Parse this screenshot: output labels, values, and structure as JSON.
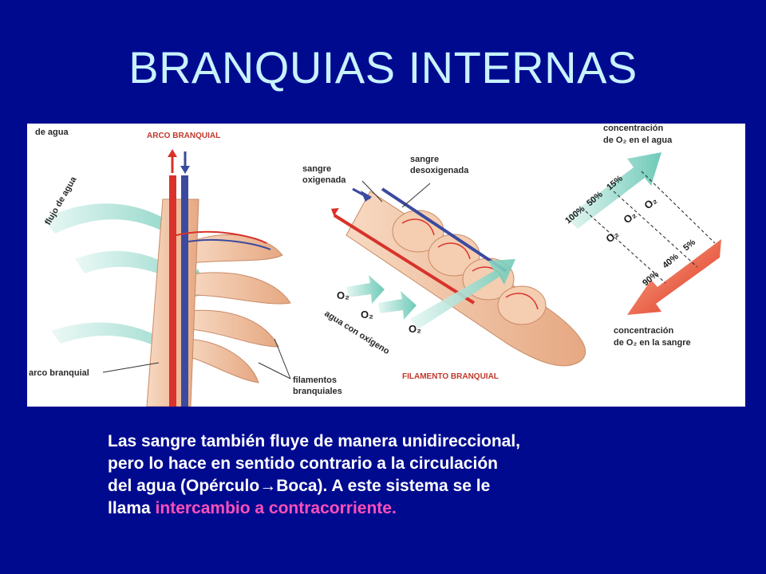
{
  "slide": {
    "title": "BRANQUIAS INTERNAS",
    "caption": {
      "lines": [
        "Las sangre también fluye de manera unidireccional,",
        "pero lo hace en sentido contrario a la circulación",
        "del agua (Opérculo→Boca). A este sistema se le",
        "llama "
      ],
      "highlight": "intercambio a contracorriente.",
      "highlight_color": "#ff4fb8"
    }
  },
  "figure": {
    "labels": {
      "water_top": "de agua",
      "branchial_arch": "ARCO BRANQUIAL",
      "water_flow": "flujo de agua",
      "arch_lower": "arco branquial",
      "filaments_1": "filamentos",
      "filaments_2": "branquiales",
      "oxygenated_1": "sangre",
      "oxygenated_2": "oxigenada",
      "deoxygenated_1": "sangre",
      "deoxygenated_2": "desoxigenada",
      "water_oxygen": "agua con oxígeno",
      "branchial_filament": "FILAMENTO BRANQUIAL",
      "o2": "O₂",
      "conc_water_1": "concentración",
      "conc_water_2": "de O₂ en el agua",
      "conc_blood_1": "concentración",
      "conc_blood_2": "de O₂ en la sangre"
    },
    "water_percentages": [
      "100%",
      "50%",
      "15%"
    ],
    "blood_percentages": [
      "90%",
      "40%",
      "5%"
    ],
    "colors": {
      "water_arrow": "#7fd3c4",
      "blood_arrow": "#e8432a",
      "artery": "#d8322a",
      "vein": "#3b4a9e",
      "tissue": "#f2c7a6"
    }
  }
}
